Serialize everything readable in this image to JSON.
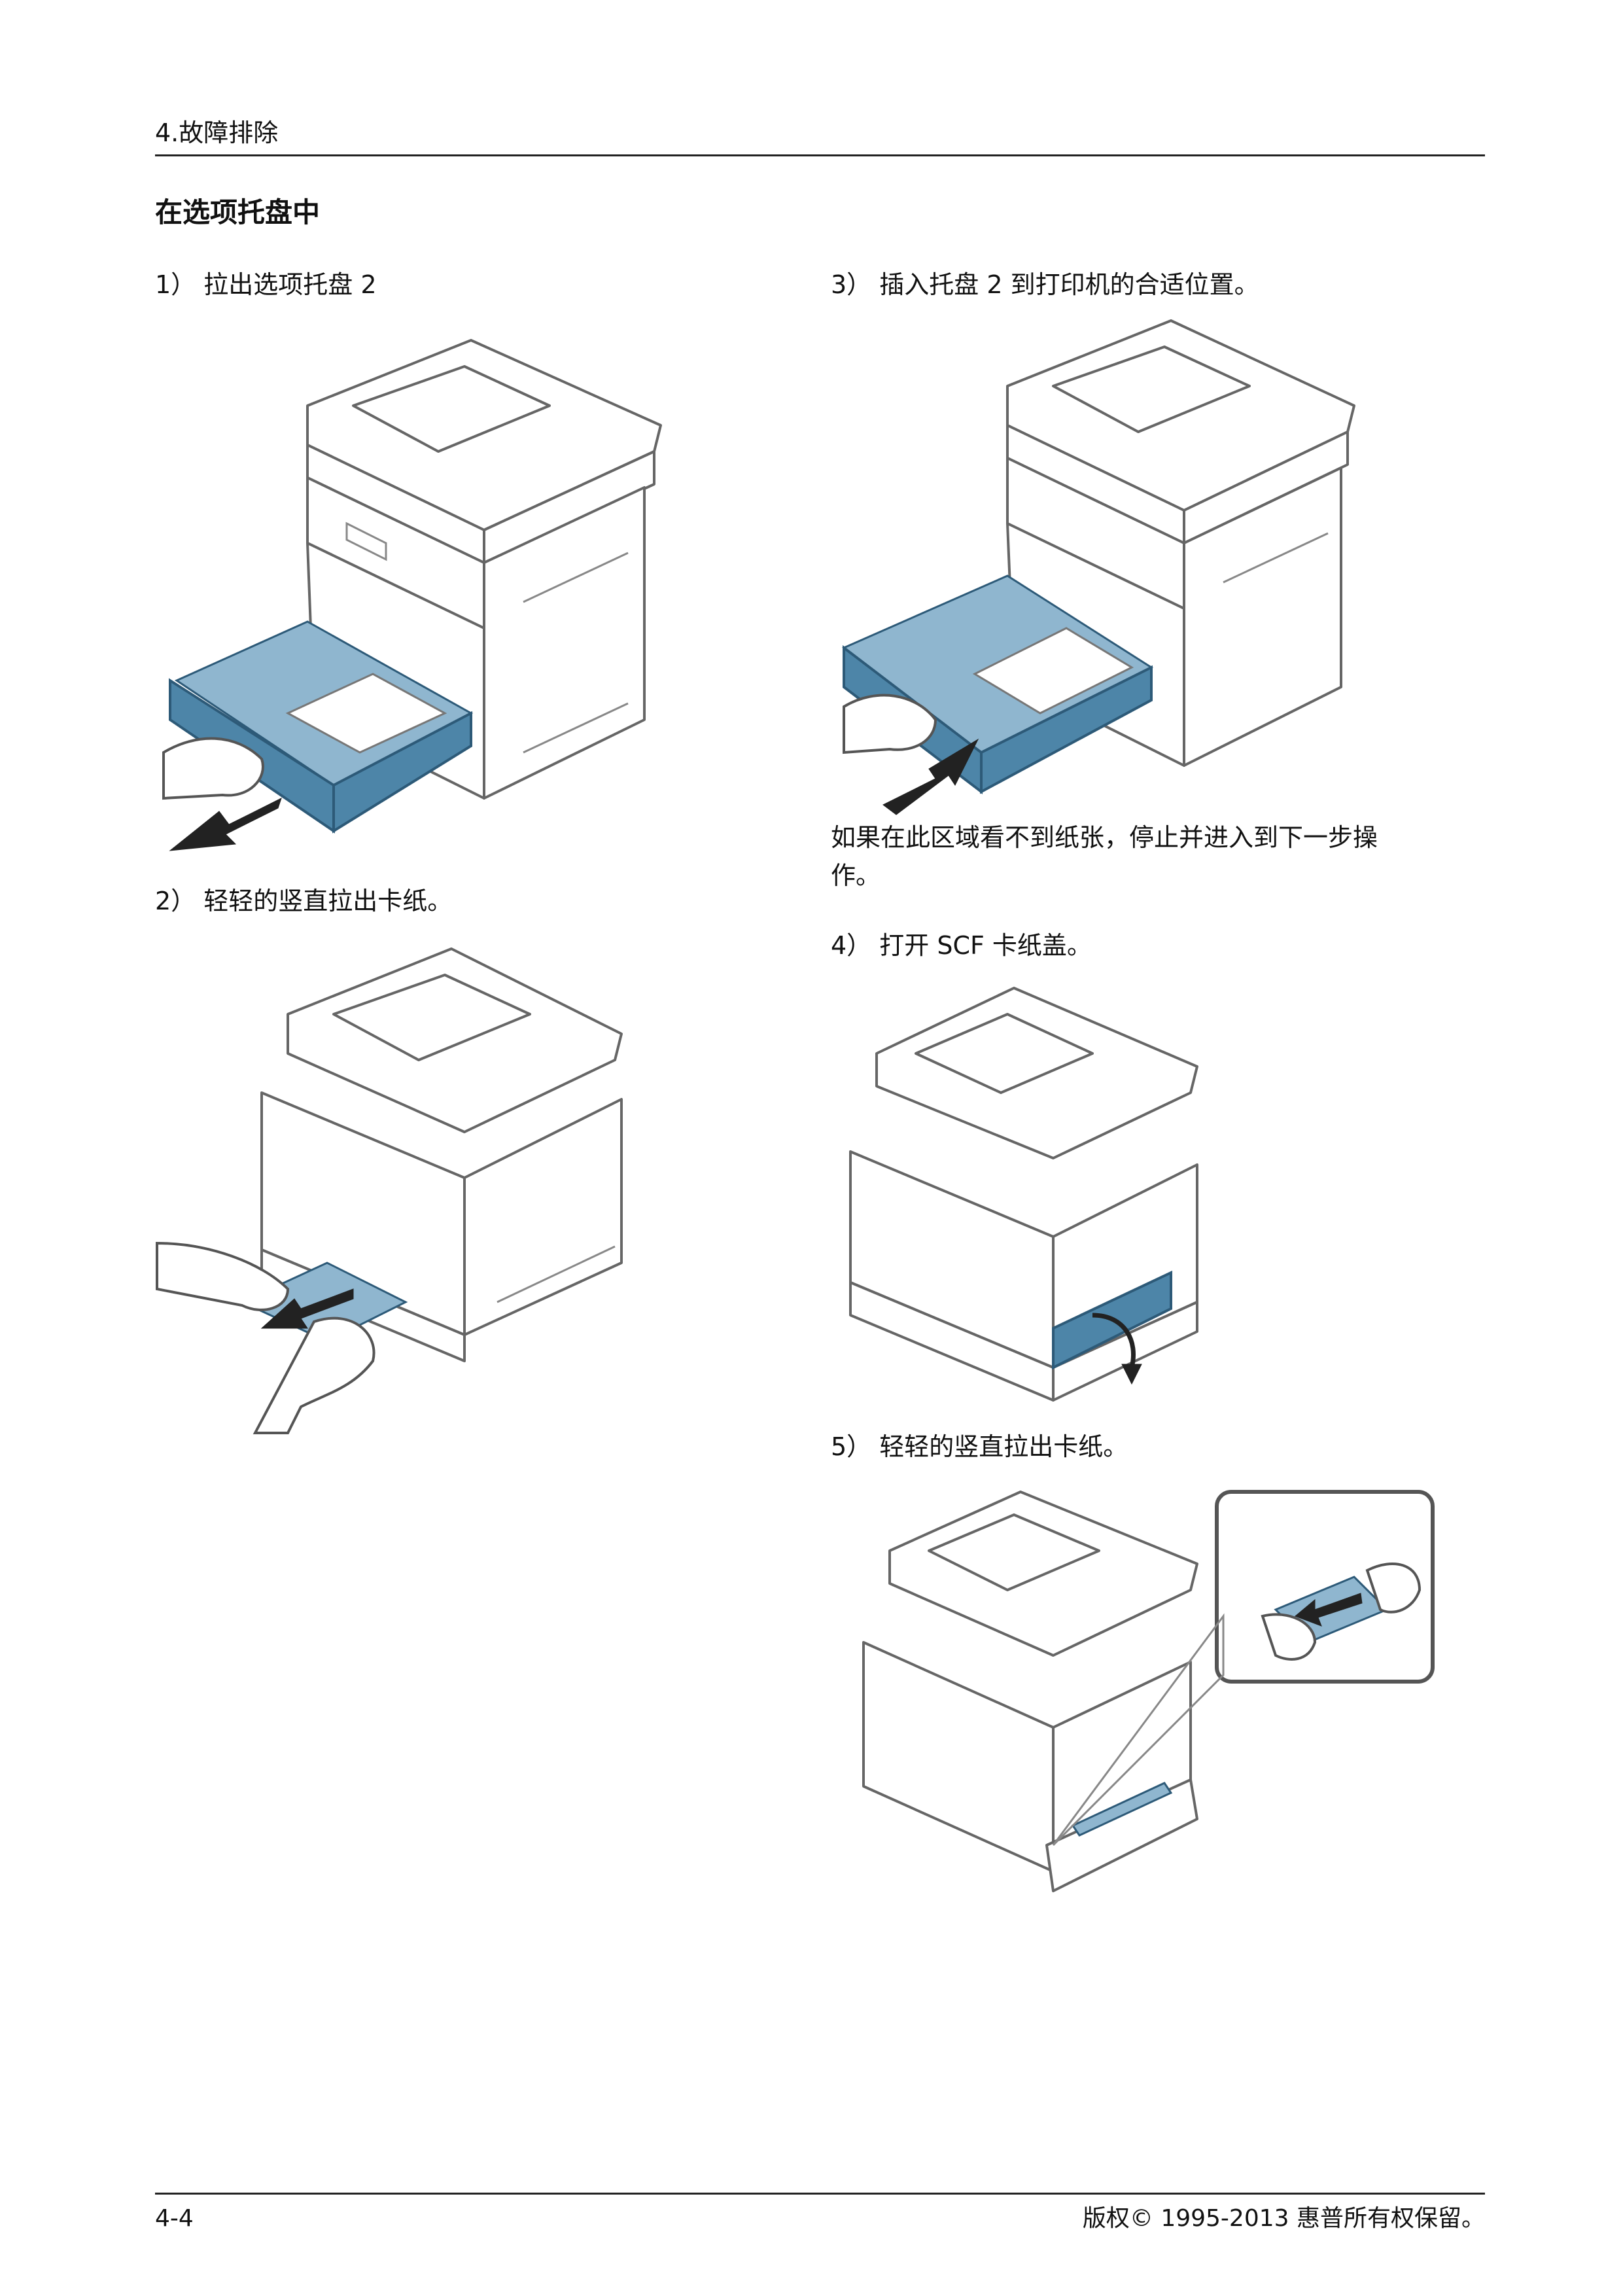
{
  "header": {
    "chapter": "4.故障排除"
  },
  "section_title": "在选项托盘中",
  "steps": {
    "step1": "1） 拉出选项托盘 2",
    "step2": "2） 轻轻的竖直拉出卡纸。",
    "step3": "3） 插入托盘 2 到打印机的合适位置。",
    "note_line1": "如果在此区域看不到纸张，停止并进入到下一步操",
    "note_line2": "作。",
    "step4": "4） 打开 SCF 卡纸盖。",
    "step5": "5） 轻轻的竖直拉出卡纸。"
  },
  "footer": {
    "page_number": "4-4",
    "copyright": "版权© 1995-2013 惠普所有权保留。"
  },
  "colors": {
    "accent_blue": "#4d85a8",
    "rule": "#222222"
  }
}
